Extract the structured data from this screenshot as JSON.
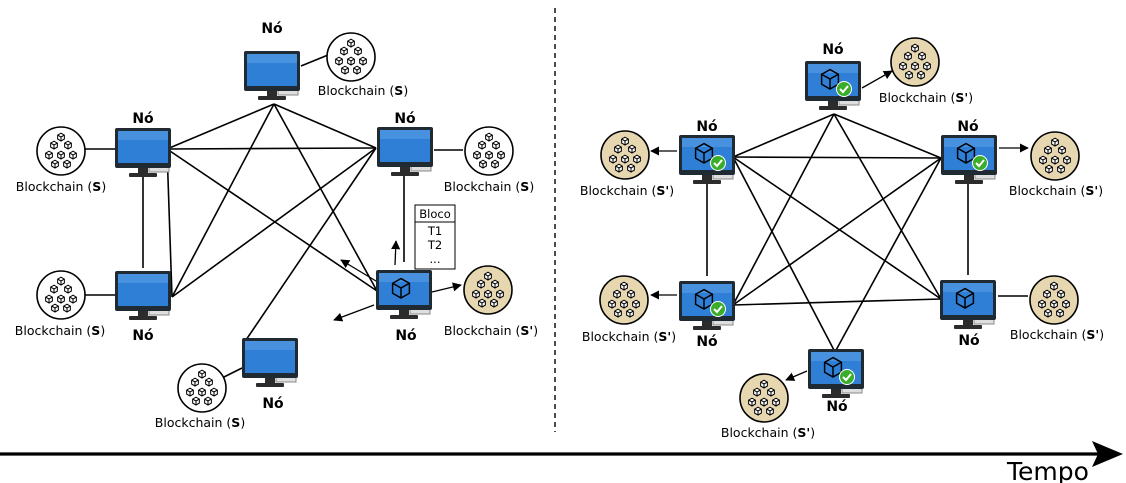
{
  "node_label": "Nó",
  "ledger": {
    "prefix": "Blockchain (",
    "state_original": "S",
    "state_updated": "S'",
    "suffix": ")"
  },
  "block": {
    "title": "Bloco",
    "transactions": [
      "T1",
      "T2",
      "..."
    ]
  },
  "timeline": {
    "label": "Tempo"
  },
  "colors": {
    "monitor_blue": "#2f7fd6",
    "ledger_old_fill": "#ffffff",
    "ledger_new_fill": "#e6d7b0",
    "check_green": "#3aae2a"
  },
  "left_panel": {
    "nodes": [
      {
        "id": "top",
        "has_block": false,
        "ledger": "old"
      },
      {
        "id": "upper-left",
        "has_block": false,
        "ledger": "old"
      },
      {
        "id": "upper-right",
        "has_block": false,
        "ledger": "old"
      },
      {
        "id": "lower-left",
        "has_block": false,
        "ledger": "old"
      },
      {
        "id": "lower-right",
        "has_block": true,
        "ledger": "new",
        "is_miner": true
      },
      {
        "id": "bottom",
        "has_block": false,
        "ledger": "old"
      }
    ]
  },
  "right_panel": {
    "nodes": [
      {
        "id": "top",
        "has_block": true,
        "verified": true,
        "ledger": "new"
      },
      {
        "id": "upper-left",
        "has_block": true,
        "verified": true,
        "ledger": "new"
      },
      {
        "id": "upper-right",
        "has_block": true,
        "verified": true,
        "ledger": "new"
      },
      {
        "id": "lower-left",
        "has_block": true,
        "verified": true,
        "ledger": "new"
      },
      {
        "id": "lower-right",
        "has_block": true,
        "verified": false,
        "ledger": "new"
      },
      {
        "id": "bottom",
        "has_block": true,
        "verified": true,
        "ledger": "new"
      }
    ]
  }
}
